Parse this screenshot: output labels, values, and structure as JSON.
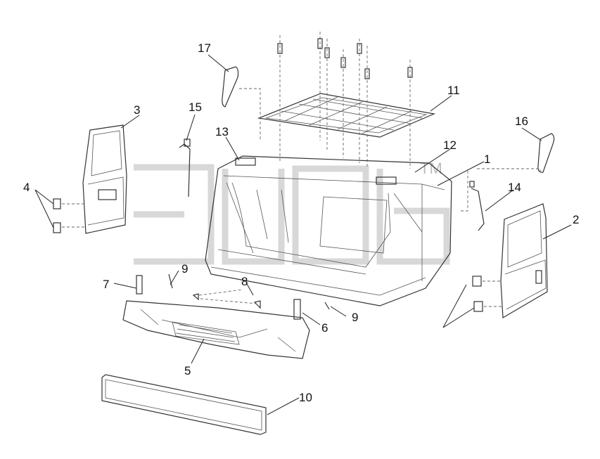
{
  "watermark": {
    "trademark": "TM"
  },
  "callouts": [
    {
      "id": "c1",
      "label": "1"
    },
    {
      "id": "c2",
      "label": "2"
    },
    {
      "id": "c3",
      "label": "3"
    },
    {
      "id": "c4",
      "label": "4"
    },
    {
      "id": "c5",
      "label": "5"
    },
    {
      "id": "c6",
      "label": "6"
    },
    {
      "id": "c7",
      "label": "7"
    },
    {
      "id": "c8",
      "label": "8"
    },
    {
      "id": "c9a",
      "label": "9"
    },
    {
      "id": "c9b",
      "label": "9"
    },
    {
      "id": "c10",
      "label": "10"
    },
    {
      "id": "c11",
      "label": "11"
    },
    {
      "id": "c12",
      "label": "12"
    },
    {
      "id": "c13",
      "label": "13"
    },
    {
      "id": "c14",
      "label": "14"
    },
    {
      "id": "c15",
      "label": "15"
    },
    {
      "id": "c16",
      "label": "16"
    },
    {
      "id": "c17",
      "label": "17"
    }
  ],
  "colors": {
    "line": "#333333",
    "watermark": "#b8b8b8",
    "background": "#ffffff"
  }
}
